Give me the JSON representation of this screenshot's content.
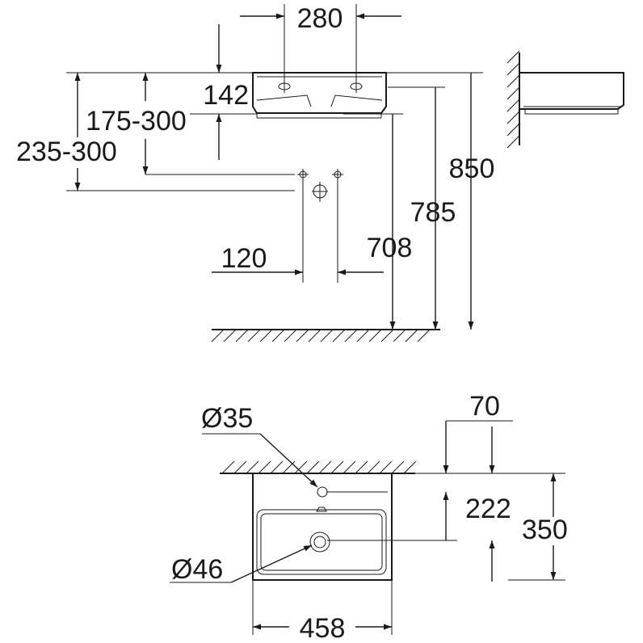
{
  "colors": {
    "ink": "#1a1a1a",
    "paper": "#ffffff"
  },
  "front_view": {
    "tap_spacing": "280",
    "basin_depth": "142",
    "waste_height_range": "175-300",
    "supply_height_range": "235-300",
    "supply_spacing": "120",
    "waste_floor_height": "708",
    "underside_height": "785",
    "rim_height": "850"
  },
  "top_view": {
    "tap_hole_diameter": "Ø35",
    "wall_offset": "70",
    "waste_offset": "222",
    "basin_depth": "350",
    "drain_diameter": "Ø46",
    "basin_width": "458"
  }
}
